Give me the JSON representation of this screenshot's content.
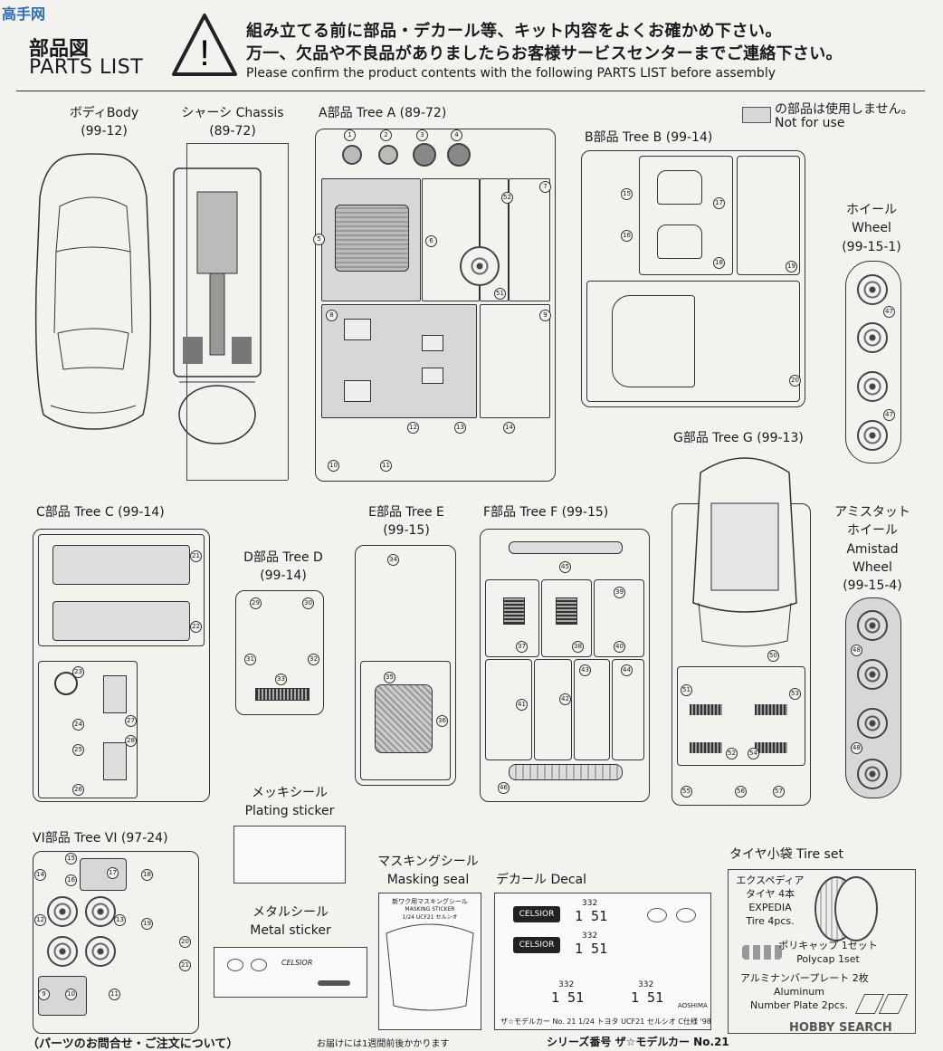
{
  "header": {
    "title_ja": "部品図",
    "title_en": "PARTS LIST",
    "notice_ja_1": "組み立てる前に部品・デカール等、キット内容をよくお確かめ下さい。",
    "notice_ja_2": "万一、欠品や不良品がありましたらお客様サービスセンターまでご連絡下さい。",
    "notice_en": "Please confirm the product contents with the following PARTS LIST before assembly",
    "warning_symbol": "!"
  },
  "legend": {
    "ja": "の部品は使用しません。",
    "en": "Not for use"
  },
  "sections": {
    "body": {
      "ja": "ボディBody",
      "code": "(99-12)"
    },
    "chassis": {
      "ja": "シャーシ Chassis",
      "code": "(89-72)"
    },
    "tree_a": {
      "label": "A部品 Tree A (89-72)"
    },
    "tree_b": {
      "label": "B部品 Tree B (99-14)"
    },
    "wheel": {
      "ja": "ホイール",
      "en": "Wheel",
      "code": "(99-15-1)"
    },
    "tree_g": {
      "label": "G部品 Tree G (99-13)"
    },
    "tree_c": {
      "label": "C部品 Tree C (99-14)"
    },
    "tree_d": {
      "label": "D部品 Tree D",
      "code": "(99-14)"
    },
    "tree_e": {
      "label": "E部品 Tree E",
      "code": "(99-15)"
    },
    "tree_f": {
      "label": "F部品 Tree F (99-15)"
    },
    "amistad": {
      "ja": "アミスタット",
      "ja2": "ホイール",
      "en": "Amistad",
      "en2": "Wheel",
      "code": "(99-15-4)"
    },
    "plating": {
      "ja": "メッキシール",
      "en": "Plating sticker"
    },
    "tree_vi": {
      "label": "VI部品 Tree VI (97-24)"
    },
    "masking": {
      "ja": "マスキングシール",
      "en": "Masking seal"
    },
    "decal": {
      "label": "デカール Decal"
    },
    "metal": {
      "ja": "メタルシール",
      "en": "Metal sticker"
    },
    "tire": {
      "label": "タイヤ小袋 Tire set",
      "expedia_ja": "エクスペディア",
      "expedia_ja2": "タイヤ 4本",
      "expedia_en": "EXPEDIA",
      "expedia_en2": "Tire 4pcs.",
      "polycap_ja": "ポリキャップ 1セット",
      "polycap_en": "Polycap 1set",
      "plate_ja": "アルミナンバープレート 2枚",
      "plate_en": "Aluminum",
      "plate_en2": "Number Plate 2pcs."
    }
  },
  "decal_content": {
    "brand": "CELSIOR",
    "plate_top": "332",
    "plate_num": "1 51",
    "caption": "ザ☆モデルカー No. 21 1/24 トヨタ UCF21 セルシオ C仕様 '98",
    "maker": "AOSHIMA"
  },
  "masking_content": {
    "title": "新ワク用マスキングシール",
    "sub": "MASKING STICKER",
    "model": "1/24 UCF21 セルシオ"
  },
  "footer": {
    "left": "（パーツのお問合せ・ご注文について）",
    "mid": "お届けには1週間前後かかります",
    "right": "シリーズ番号 ザ☆モデルカー No.21"
  },
  "watermark": {
    "brand": "HOBBY SEARCH",
    "corner": "高手网"
  },
  "part_numbers": {
    "a": [
      "1",
      "2",
      "3",
      "4",
      "5",
      "6",
      "7",
      "8",
      "9",
      "10",
      "11",
      "12",
      "13",
      "14",
      "51",
      "52"
    ],
    "b": [
      "15",
      "16",
      "17",
      "18",
      "19",
      "20"
    ],
    "wheel": [
      "47",
      "47"
    ],
    "c": [
      "21",
      "22",
      "23",
      "24",
      "25",
      "26",
      "27",
      "28"
    ],
    "d": [
      "29",
      "30",
      "31",
      "32",
      "33"
    ],
    "e": [
      "34",
      "35",
      "36"
    ],
    "f": [
      "37",
      "38",
      "39",
      "40",
      "41",
      "42",
      "43",
      "44",
      "45",
      "46"
    ],
    "g": [
      "50",
      "51",
      "52",
      "53",
      "54",
      "55",
      "56",
      "57"
    ],
    "amistad": [
      "48",
      "48"
    ],
    "vi": [
      "9",
      "10",
      "11",
      "12",
      "13",
      "14",
      "15",
      "16",
      "17",
      "18",
      "19",
      "20",
      "21"
    ]
  }
}
